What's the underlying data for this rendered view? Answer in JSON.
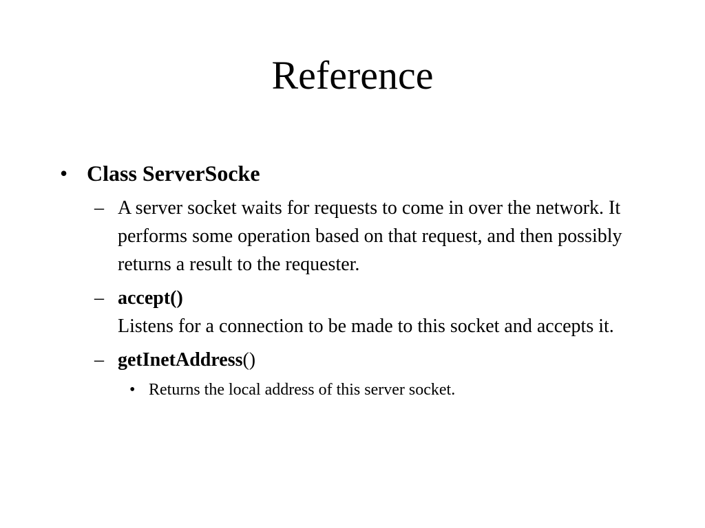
{
  "title": "Reference",
  "items": {
    "class_name": "Class ServerSocke",
    "description": "A server socket waits for requests to come in over the network. It performs some operation based on that request, and then possibly returns a result to the requester.",
    "accept_name": "accept()",
    "accept_desc": "Listens for a connection to be made to this socket and accepts it.",
    "getinet_name": "getInetAddress",
    "getinet_paren": "()",
    "getinet_desc": "Returns the local address of this server socket."
  },
  "glyphs": {
    "bullet": "•",
    "dash": "–"
  }
}
